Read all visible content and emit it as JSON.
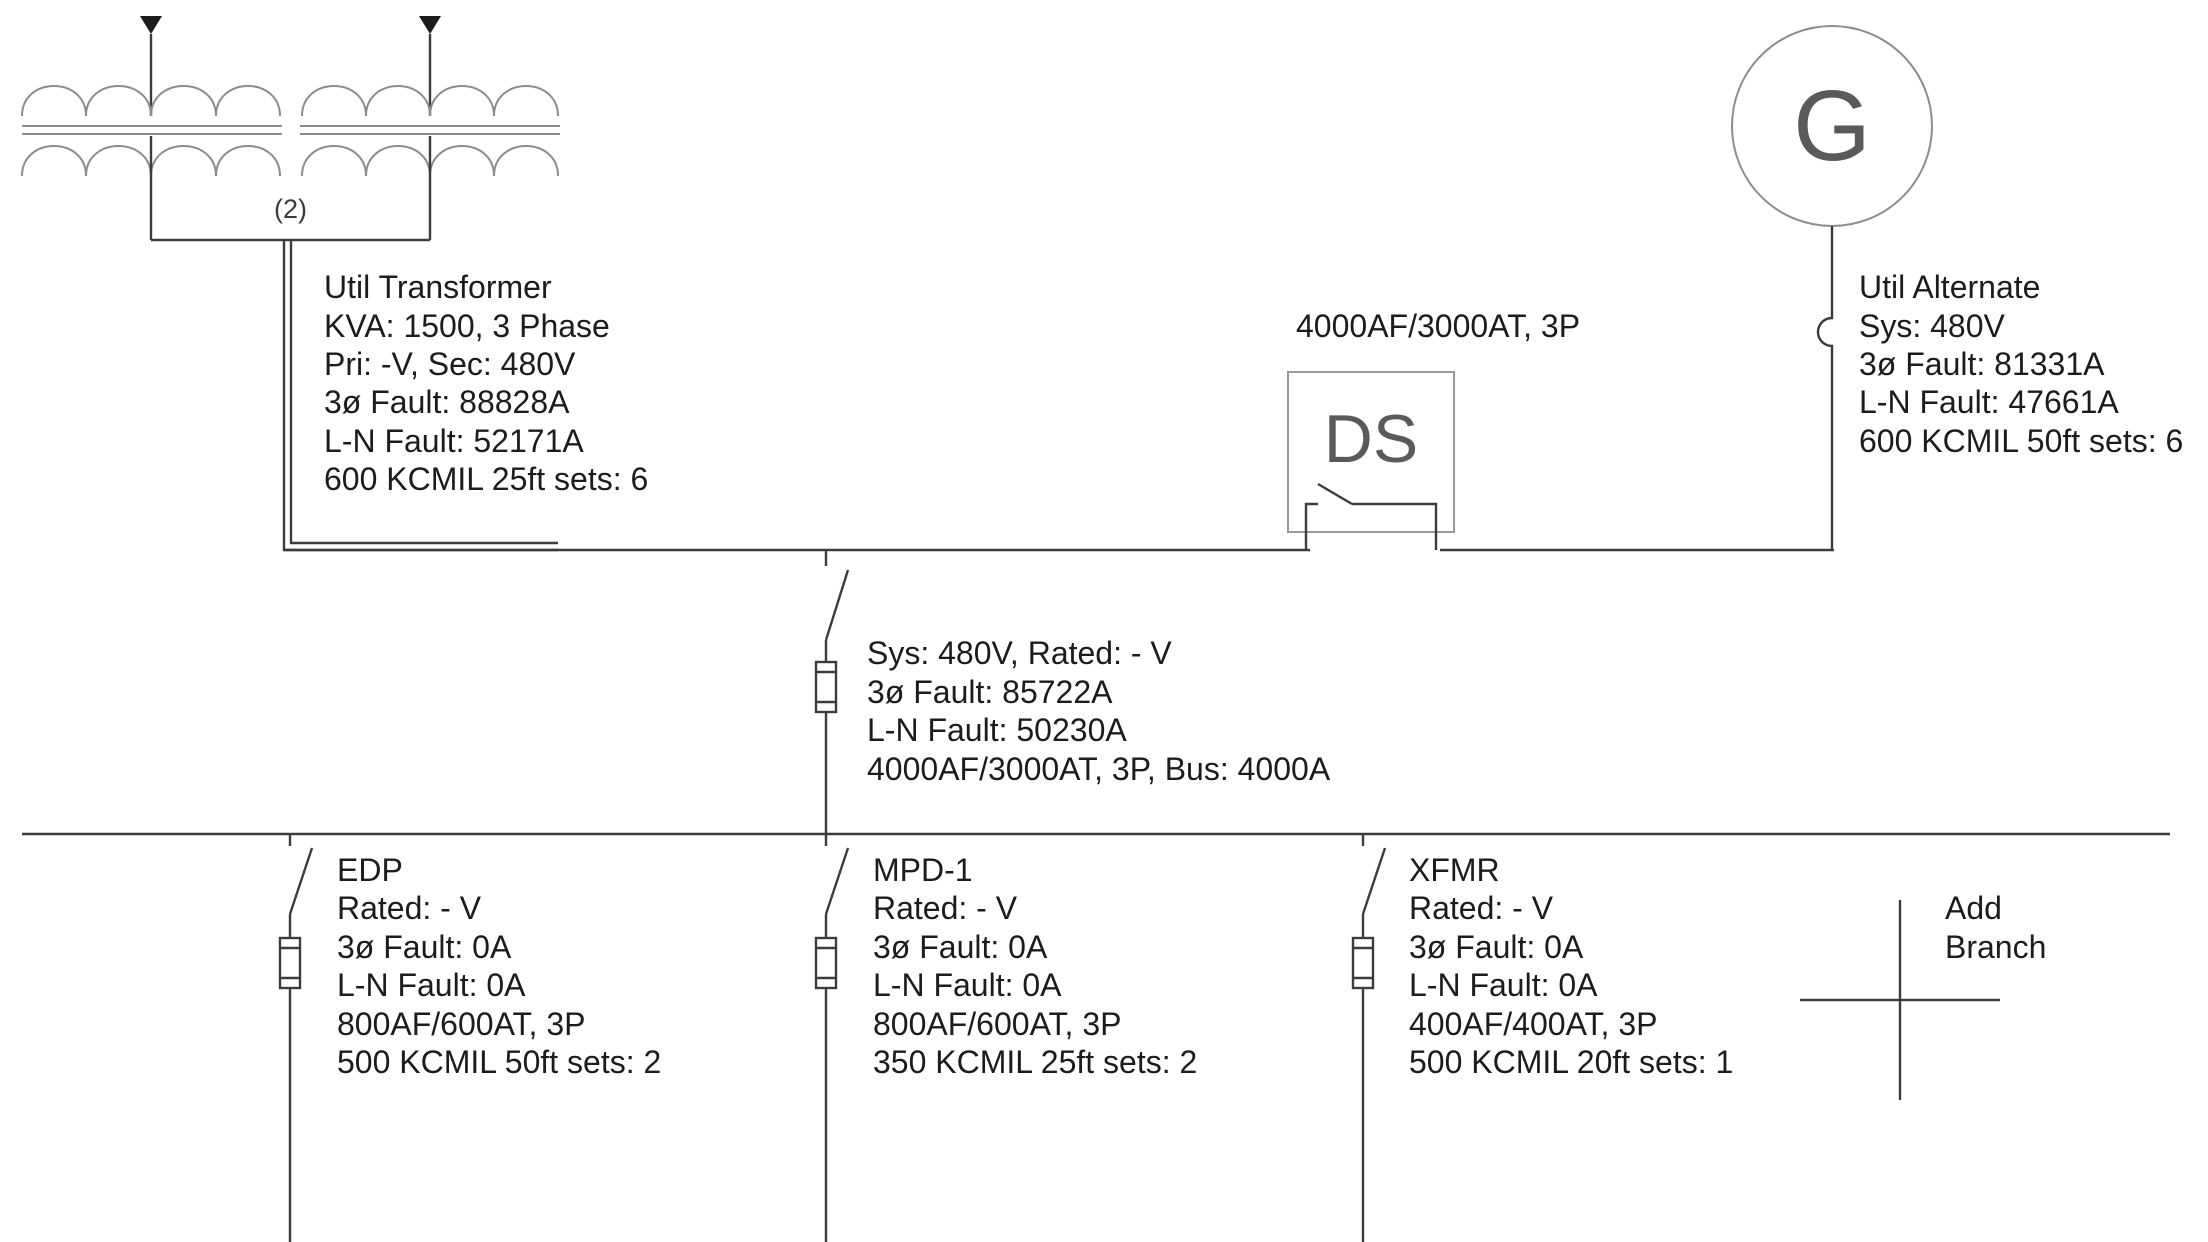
{
  "utility": {
    "multiplier": "(2)",
    "title": "Util Transformer",
    "kva": "KVA: 1500, 3 Phase",
    "voltage": "Pri: -V, Sec: 480V",
    "fault_3ph": "3ø Fault: 88828A",
    "fault_ln": "L-N Fault: 52171A",
    "cable": "600 KCMIL 25ft sets: 6"
  },
  "alternate": {
    "symbol": "G",
    "title": "Util Alternate",
    "sys": "Sys: 480V",
    "fault_3ph": "3ø Fault: 81331A",
    "fault_ln": "L-N Fault: 47661A",
    "cable": "600 KCMIL 50ft sets: 6"
  },
  "disconnect": {
    "symbol": "DS",
    "rating": "4000AF/3000AT, 3P"
  },
  "main_breaker": {
    "sys": "Sys: 480V, Rated: - V",
    "fault_3ph": "3ø Fault: 85722A",
    "fault_ln": "L-N Fault: 50230A",
    "rating": "4000AF/3000AT, 3P, Bus: 4000A"
  },
  "branches": [
    {
      "name": "EDP",
      "rated": "Rated: - V",
      "fault_3ph": "3ø Fault: 0A",
      "fault_ln": "L-N Fault: 0A",
      "breaker": "800AF/600AT, 3P",
      "cable": "500 KCMIL 50ft sets: 2"
    },
    {
      "name": "MPD-1",
      "rated": "Rated: - V",
      "fault_3ph": "3ø Fault: 0A",
      "fault_ln": "L-N Fault: 0A",
      "breaker": "800AF/600AT, 3P",
      "cable": "350 KCMIL 25ft sets: 2"
    },
    {
      "name": "XFMR",
      "rated": "Rated: - V",
      "fault_3ph": "3ø Fault: 0A",
      "fault_ln": "L-N Fault: 0A",
      "breaker": "400AF/400AT, 3P",
      "cable": "500 KCMIL 20ft sets: 1"
    }
  ],
  "add_branch": {
    "line1": "Add",
    "line2": "Branch"
  }
}
